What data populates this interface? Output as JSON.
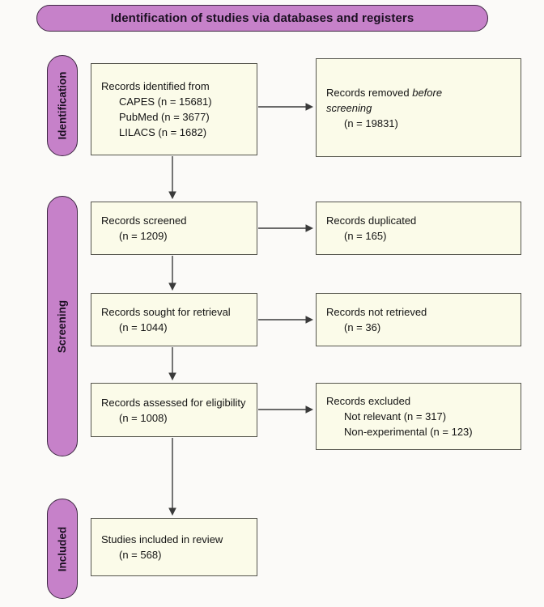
{
  "header": {
    "title": "Identification of studies via databases and registers"
  },
  "sidebar": {
    "stages": [
      {
        "label": "Identification"
      },
      {
        "label": "Screening"
      },
      {
        "label": "Included"
      }
    ]
  },
  "boxes": {
    "identified": {
      "lines": [
        {
          "text": "Records identified from",
          "indent": 0
        },
        {
          "text": "CAPES (n = 15681)",
          "indent": 1
        },
        {
          "text": "PubMed (n = 3677)",
          "indent": 1
        },
        {
          "text": "LILACS (n = 1682)",
          "indent": 1
        }
      ]
    },
    "removed_before_screening": {
      "lines": [
        {
          "text": "Records removed ",
          "italic": "before",
          "indent": 0
        },
        {
          "italic": "screening",
          "indent": 0
        },
        {
          "text": "(n = 19831)",
          "indent": 1
        }
      ]
    },
    "screened": {
      "lines": [
        {
          "text": "Records screened",
          "indent": 0
        },
        {
          "text": "(n = 1209)",
          "indent": 1
        }
      ]
    },
    "duplicated": {
      "lines": [
        {
          "text": "Records duplicated",
          "indent": 0
        },
        {
          "text": "(n = 165)",
          "indent": 1
        }
      ]
    },
    "sought": {
      "lines": [
        {
          "text": "Records sought for retrieval",
          "indent": 0
        },
        {
          "text": "(n = 1044)",
          "indent": 1
        }
      ]
    },
    "not_retrieved": {
      "lines": [
        {
          "text": "Records not retrieved",
          "indent": 0
        },
        {
          "text": "(n = 36)",
          "indent": 1
        }
      ]
    },
    "assessed": {
      "lines": [
        {
          "text": "Records assessed for eligibility",
          "indent": 0
        },
        {
          "text": "(n = 1008)",
          "indent": 1
        }
      ]
    },
    "excluded": {
      "lines": [
        {
          "text": "Records excluded",
          "indent": 0
        },
        {
          "text": "Not relevant (n = 317)",
          "indent": 1
        },
        {
          "text": "Non-experimental (n = 123)",
          "indent": 1
        }
      ]
    },
    "included_in_review": {
      "lines": [
        {
          "text": "Studies included in review",
          "indent": 0
        },
        {
          "text": "(n = 568)",
          "indent": 1
        }
      ]
    }
  },
  "colors": {
    "stage_pill_fill": "#C681C9",
    "stage_pill_border": "#3D2742",
    "box_fill": "#FBFBE9",
    "box_border": "#55554D",
    "arrow": "#3A3A3A",
    "text": "#141414"
  }
}
